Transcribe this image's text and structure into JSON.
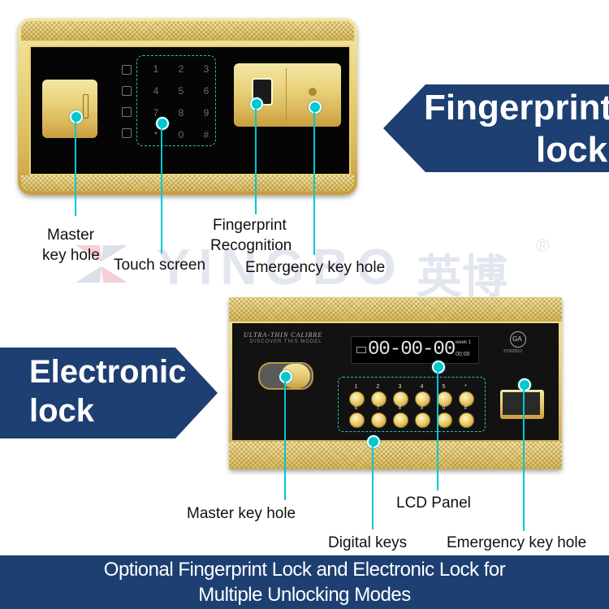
{
  "fingerprint_panel": {
    "touch_keys": [
      "1",
      "2",
      "3",
      "4",
      "5",
      "6",
      "7",
      "8",
      "9",
      "*",
      "0",
      "#"
    ]
  },
  "fingerprint_badge": {
    "line1": "Fingerprint",
    "line2": "lock"
  },
  "electronic_badge": {
    "line1": "Electronic",
    "line2": "lock"
  },
  "watermark": {
    "brand": "YINGBO",
    "chinese": "英博",
    "registered": "®"
  },
  "labels": {
    "master_key_hole_top_l1": "Master",
    "master_key_hole_top_l2": "key hole",
    "touch_screen": "Touch screen",
    "fingerprint_recognition_l1": "Fingerprint",
    "fingerprint_recognition_l2": "Recognition",
    "emergency_key_hole_top": "Emergency key hole",
    "master_key_hole_bottom": "Master key hole",
    "lcd_panel": "LCD Panel",
    "digital_keys": "Digital keys",
    "emergency_key_hole_bottom": "Emergency key hole"
  },
  "electronic_panel": {
    "brand_line1": "ULTRA-THIN CALIBRE",
    "brand_line2": "DISCOVER THIS MODEL",
    "lcd_time": "00-00-00",
    "lcd_week": "week 1",
    "lcd_small": "00:00",
    "seal_text": "GA",
    "seal_sub": "ZY000012",
    "keypad_numbers": [
      "1",
      "2",
      "3",
      "4",
      "5",
      "*",
      "6",
      "7",
      "8",
      "9",
      "0",
      "#"
    ]
  },
  "footer": {
    "line1": "Optional Fingerprint Lock and Electronic Lock for",
    "line2": "Multiple Unlocking Modes"
  },
  "colors": {
    "navy": "#1d3f72",
    "accent": "#00c8d0",
    "gold": "#e3c66c"
  }
}
